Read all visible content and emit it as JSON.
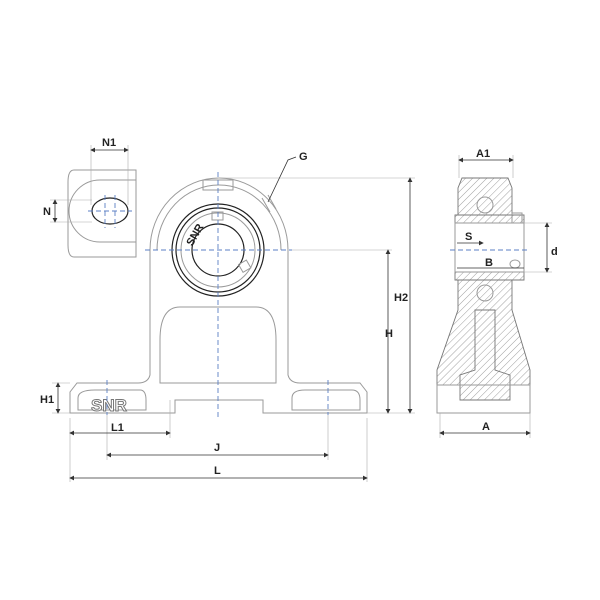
{
  "drawing": {
    "brand_logo": "SNR",
    "bearing_marking": "SNR",
    "labels": {
      "N1": "N1",
      "N": "N",
      "G": "G",
      "H2": "H2",
      "H": "H",
      "H1": "H1",
      "L1": "L1",
      "J": "J",
      "L": "L",
      "A1": "A1",
      "S": "S",
      "B": "B",
      "d": "d",
      "A": "A"
    }
  }
}
